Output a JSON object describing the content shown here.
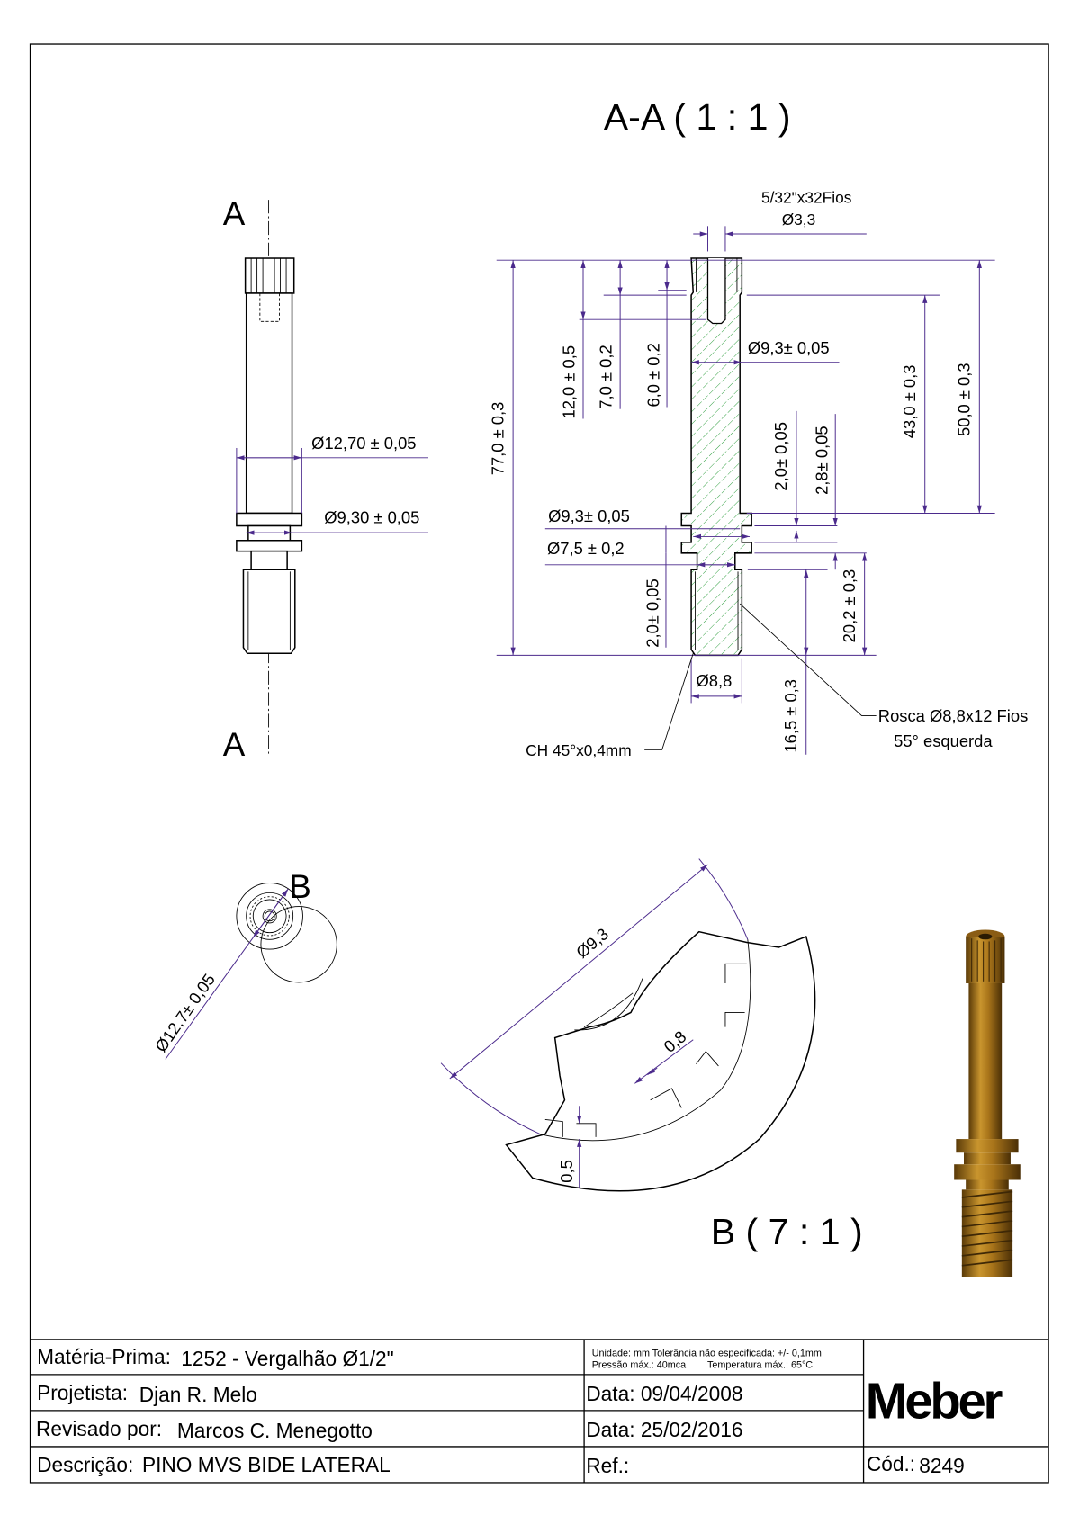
{
  "drawing": {
    "section_title": "A-A  ( 1 : 1 )",
    "detail_title": "B  ( 7 : 1 )",
    "section_marker_top": "A",
    "section_marker_bottom": "A",
    "detail_marker": "B",
    "side_view": {
      "dim_outer": "Ø12,70 ± 0,05",
      "dim_inner": "Ø9,30 ± 0,05"
    },
    "section": {
      "thread_top_spec": "5/32\"x32Fios",
      "thread_top_dia": "Ø3,3",
      "dia_shaft": "Ø9,3± 0,05",
      "dia_collar": "Ø9,3± 0,05",
      "dia_neck": "Ø7,5 ± 0,2",
      "dia_thread": "Ø8,8",
      "len_total": "77,0 ± 0,3",
      "len_12": "12,0 ± 0,5",
      "len_7": "7,0 ± 0,2",
      "len_6": "6,0 ± 0,2",
      "len_43": "43,0 ± 0,3",
      "len_50": "50,0 ± 0,3",
      "len_2a": "2,0± 0,05",
      "len_28": "2,8± 0,05",
      "len_2b": "2,0± 0,05",
      "len_202": "20,2 ± 0,3",
      "len_165": "16,5 ± 0,3",
      "chamfer_note": "CH 45°x0,4mm",
      "thread_note_1": "Rosca Ø8,8x12 Fios",
      "thread_note_2": "55° esquerda"
    },
    "end_view": {
      "dim": "Ø12,7± 0,05"
    },
    "detail": {
      "dim_dia": "Ø9,3",
      "dim_width": "0,8",
      "dim_depth": "0,5"
    }
  },
  "title_block": {
    "material_label": "Matéria-Prima:",
    "material_value": "1252 - Vergalhão Ø1/2\"",
    "designer_label": "Projetista:",
    "designer_value": "Djan R. Melo",
    "reviewer_label": "Revisado por:",
    "reviewer_value": "Marcos C. Menegotto",
    "description_label": "Descrição:",
    "description_value": "PINO MVS BIDE LATERAL",
    "notes_line1": "Unidade: mm Tolerância não especificada: +/- 0,1mm",
    "notes_line2": "Pressão máx.: 40mca        Temperatura máx.: 65°C",
    "date1": "Data: 09/04/2008",
    "date2": "Data: 25/02/2016",
    "ref_label": "Ref.:",
    "logo": "Meber",
    "code_label": "Cód.:",
    "code_value": "8249"
  },
  "colors": {
    "dimension": "#4b2a8c",
    "hatch": "#2e9e3e",
    "brass": "#b07a1e"
  }
}
